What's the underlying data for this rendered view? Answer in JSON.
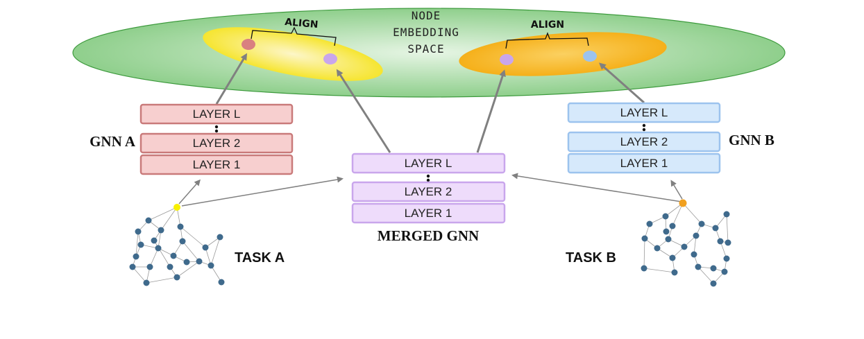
{
  "embedding_space": {
    "label_line1": "NODE",
    "label_line2": "EMBEDDING",
    "label_line3": "SPACE",
    "align_left": "ALIGN",
    "align_right": "ALIGN"
  },
  "gnn_a": {
    "title": "GNN A",
    "layers": [
      "LAYER L",
      "LAYER 2",
      "LAYER 1"
    ],
    "color": "#f7cfcf",
    "border": "#c97a7a"
  },
  "gnn_b": {
    "title": "GNN B",
    "layers": [
      "LAYER L",
      "LAYER 2",
      "LAYER 1"
    ],
    "color": "#d6e9fb",
    "border": "#9cc3ee"
  },
  "merged_gnn": {
    "title": "MERGED GNN",
    "layers": [
      "LAYER L",
      "LAYER 2",
      "LAYER 1"
    ],
    "color": "#eedcfb",
    "border": "#c9a6ec"
  },
  "task_a": {
    "label": "TASK A"
  },
  "task_b": {
    "label": "TASK B"
  },
  "colors": {
    "space_fill": "#9ed69b",
    "space_border": "#3d9a3d",
    "cluster_a": "#f7e84a",
    "cluster_b": "#f7b820",
    "node_a_embedding": "#d98080",
    "node_merged_embedding": "#c9a6ec",
    "node_b_embedding": "#9cc3ee",
    "graph_node": "#3f6a8c",
    "task_a_node": "#f8f000",
    "task_b_node": "#f0a020"
  }
}
